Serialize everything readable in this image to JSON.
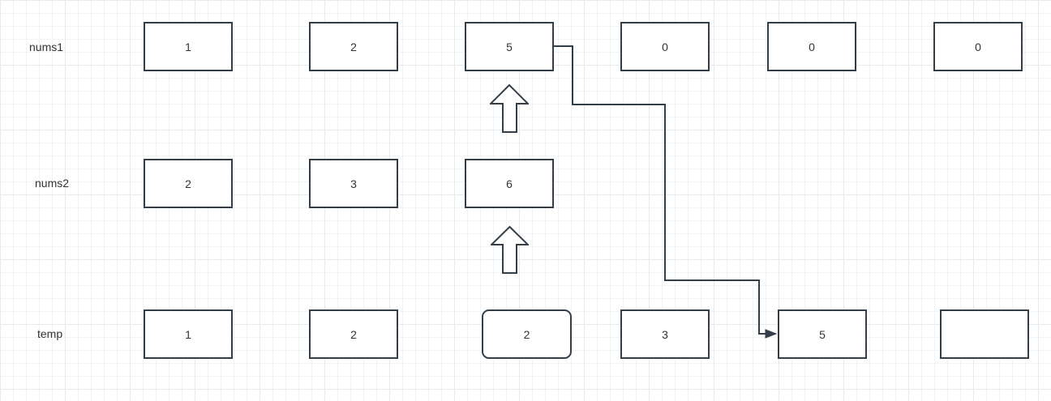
{
  "diagram": {
    "rows": [
      {
        "label": "nums1",
        "cells": [
          "1",
          "2",
          "5",
          "0",
          "0",
          "0"
        ]
      },
      {
        "label": "nums2",
        "cells": [
          "2",
          "3",
          "6"
        ]
      },
      {
        "label": "temp",
        "cells": [
          "1",
          "2",
          "2",
          "3",
          "5",
          ""
        ]
      }
    ],
    "pointer_icons": [
      "up-arrow-icon",
      "up-arrow-icon"
    ],
    "connector": {
      "from_value": "5",
      "to_value": "5"
    },
    "colors": {
      "stroke": "#333e48",
      "text": "#333333",
      "cell_fill": "#ffffff",
      "grid_minor": "#f2f3f4",
      "grid_major": "#e7e9eb",
      "background": "#ffffff"
    }
  }
}
